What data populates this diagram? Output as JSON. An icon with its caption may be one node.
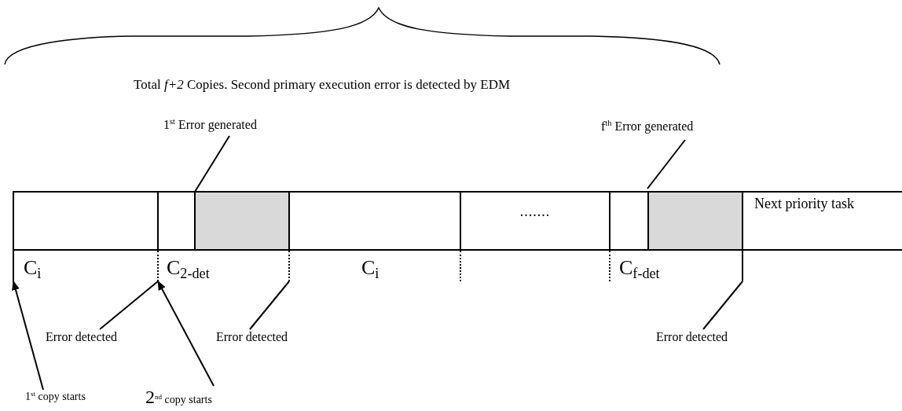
{
  "diagram": {
    "nodes": [
      {
        "text": [],
        "shape": "box"
      },
      {
        "text": [],
        "shape": "box"
      },
      {
        "text": [],
        "shape": "box"
      },
      {
        "text": [],
        "shape": "box"
      },
      {
        "text": [
          "......."
        ]
      },
      {
        "text": [],
        "shape": "box"
      },
      {
        "text": [],
        "shape": "box"
      },
      {
        "text": [
          "Next priority task"
        ]
      },
      {
        "text": [
          "1$^{st}$ Error generated"
        ]
      },
      {
        "text": [
          "f$^{th}$  Error generated"
        ]
      },
      {
        "text": [
          "Error detected"
        ]
      },
      {
        "text": [
          "Error detected"
        ]
      },
      {
        "text": [
          "Error detected"
        ]
      },
      {
        "text": [
          "1$^{st}$ copy starts"
        ]
      },
      {
        "text": [
          "2$^{nd}$ copy starts"
        ]
      },
      {
        "text": [],
        "shape": "bar"
      },
      {
        "text": [],
        "shape": "bar"
      },
      {
        "text": [],
        "shape": "bar"
      },
      {
        "text": [],
        "shape": "bar"
      },
      {
        "text": [],
        "shape": "bar"
      },
      {
        "text": [],
        "shape": "bar"
      }
    ],
    "edges": [
      {
        "from": 8,
        "to": 2,
        "arrow": "none"
      },
      {
        "from": 9,
        "to": 6,
        "arrow": "none"
      },
      {
        "from": 10,
        "to": 16,
        "arrow": "none"
      },
      {
        "from": 11,
        "to": 17,
        "arrow": "none"
      },
      {
        "from": 12,
        "to": 20,
        "arrow": "none"
      },
      {
        "from": 13,
        "to": 15,
        "arrow": "to"
      },
      {
        "from": 14,
        "to": 16,
        "arrow": "to"
      }
    ],
    "labels": [
      "Total *f+2* Copies. Second primary execution error is detected by EDM",
      "C$_{i}$",
      "C$_{2-det}$",
      "C$_{i}$",
      "C$_{f-det}$"
    ]
  }
}
